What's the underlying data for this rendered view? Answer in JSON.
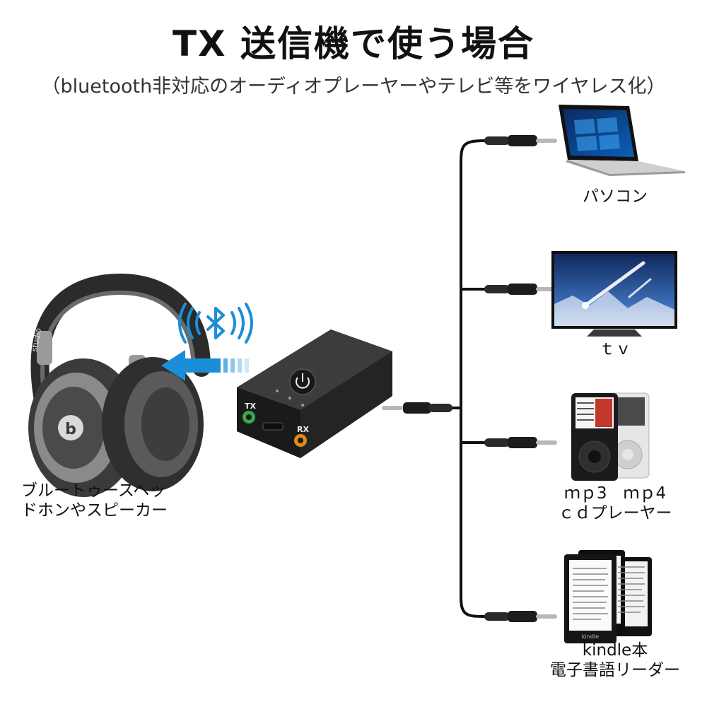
{
  "header": {
    "title": "TX 送信機で使う場合",
    "subtitle": "（bluetooth非対応のオーディオプレーヤーやテレビ等をワイヤレス化）"
  },
  "headphones": {
    "label_line1": "ブルートゥースヘッ",
    "label_line2": "ドホンやスピーカー",
    "brand_text": "studio"
  },
  "transmitter": {
    "tx_label": "TX",
    "rx_label": "RX"
  },
  "devices": {
    "pc": {
      "label": "パソコン"
    },
    "tv": {
      "label": "ｔｖ"
    },
    "mp3": {
      "label_line1": "ｍｐ3　ｍｐ4",
      "label_line2": "ｃｄプレーヤー"
    },
    "kindle": {
      "label_line1": "kindle本",
      "label_line2": "電子書語リーダー",
      "brand_text": "kindle"
    }
  },
  "colors": {
    "bluetooth_blue": "#1a8fd8",
    "cable": "#111111",
    "tx_jack": "#3aa94a",
    "rx_jack": "#e08a1e"
  }
}
